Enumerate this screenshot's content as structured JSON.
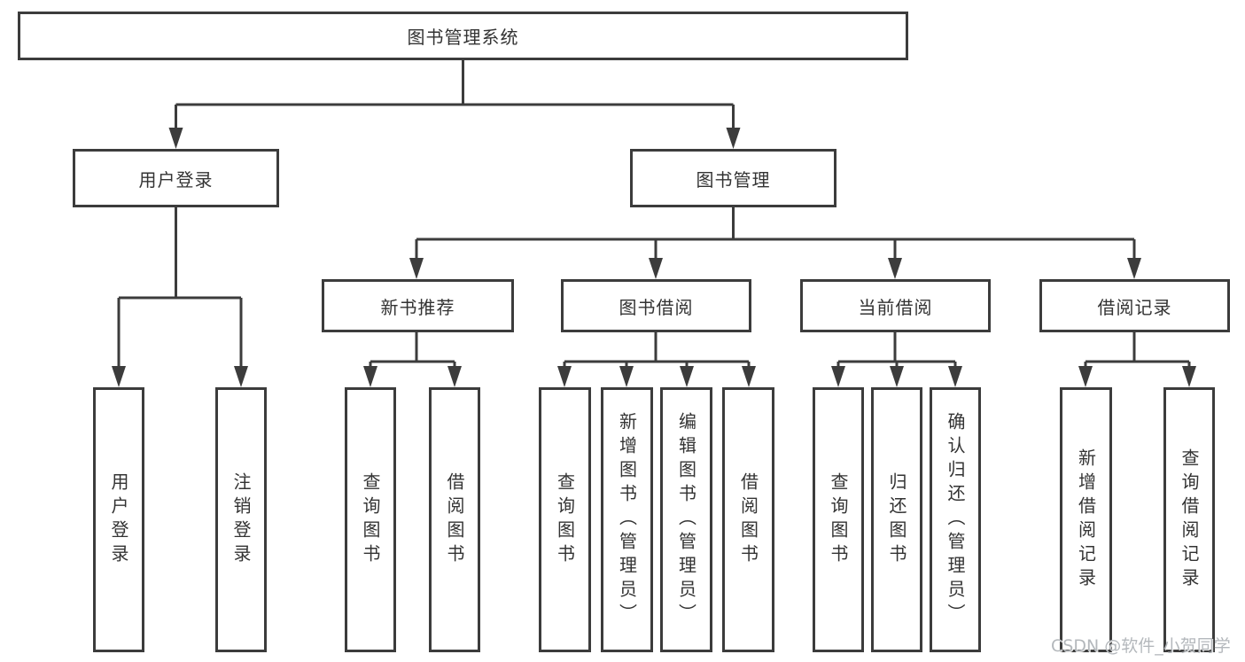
{
  "title": "图书管理系统",
  "tree": {
    "root": "图书管理系统",
    "branches": [
      {
        "label": "用户登录",
        "children": [
          "用户登录",
          "注销登录"
        ]
      },
      {
        "label": "图书管理",
        "groups": [
          {
            "label": "新书推荐",
            "children": [
              "查询图书",
              "借阅图书"
            ]
          },
          {
            "label": "图书借阅",
            "children": [
              "查询图书",
              "新增图书（管理员）",
              "编辑图书（管理员）",
              "借阅图书"
            ]
          },
          {
            "label": "当前借阅",
            "children": [
              "查询图书",
              "归还图书",
              "确认归还（管理员）"
            ]
          },
          {
            "label": "借阅记录",
            "children": [
              "新增借阅记录",
              "查询借阅记录"
            ]
          }
        ]
      }
    ]
  },
  "watermark": "CSDN @软件_小贺同学",
  "colors": {
    "line": "#3c3c3c",
    "text": "#333333",
    "background": "#ffffff",
    "watermark": "#b4b8bc"
  }
}
